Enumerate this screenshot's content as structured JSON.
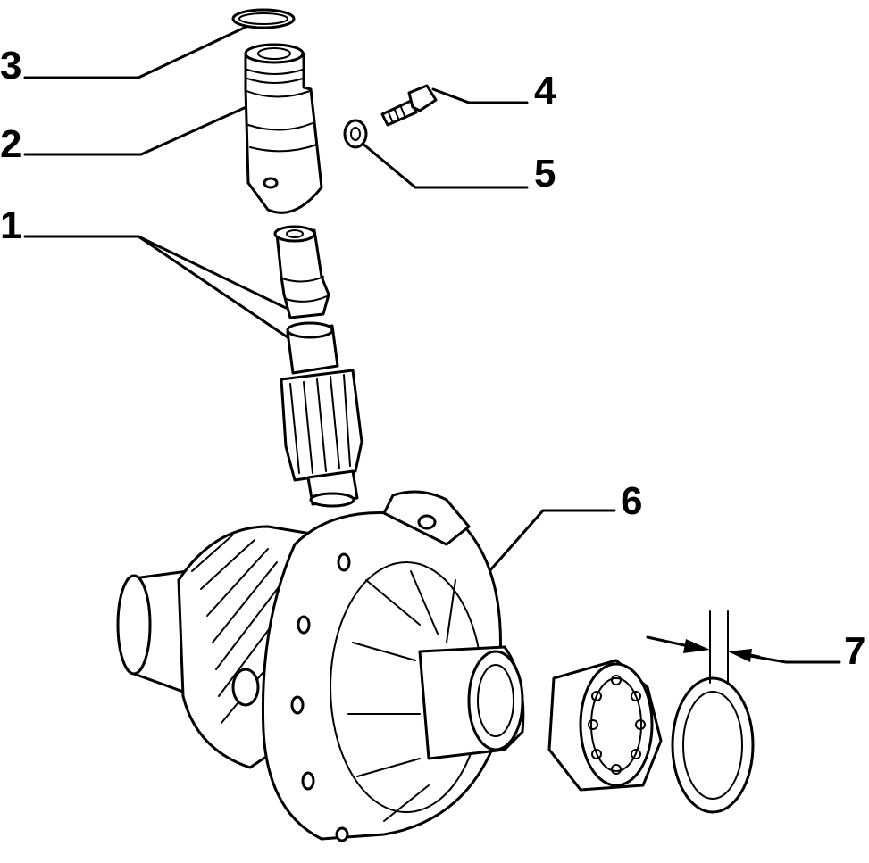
{
  "diagram": {
    "callouts": [
      {
        "id": "1",
        "label": "1"
      },
      {
        "id": "2",
        "label": "2"
      },
      {
        "id": "3",
        "label": "3"
      },
      {
        "id": "4",
        "label": "4"
      },
      {
        "id": "5",
        "label": "5"
      },
      {
        "id": "6",
        "label": "6"
      },
      {
        "id": "7",
        "label": "7"
      }
    ],
    "parts": [
      {
        "callout": "1",
        "icon": "speedometer-drive-shaft-and-pinion-gear"
      },
      {
        "callout": "2",
        "icon": "speedometer-drive-housing"
      },
      {
        "callout": "3",
        "icon": "o-ring-seal"
      },
      {
        "callout": "4",
        "icon": "bolt"
      },
      {
        "callout": "5",
        "icon": "washer"
      },
      {
        "callout": "6",
        "icon": "differential-housing"
      },
      {
        "callout": "7",
        "icon": "shim-ring"
      }
    ],
    "line_color": "#000000",
    "background": "#ffffff"
  }
}
